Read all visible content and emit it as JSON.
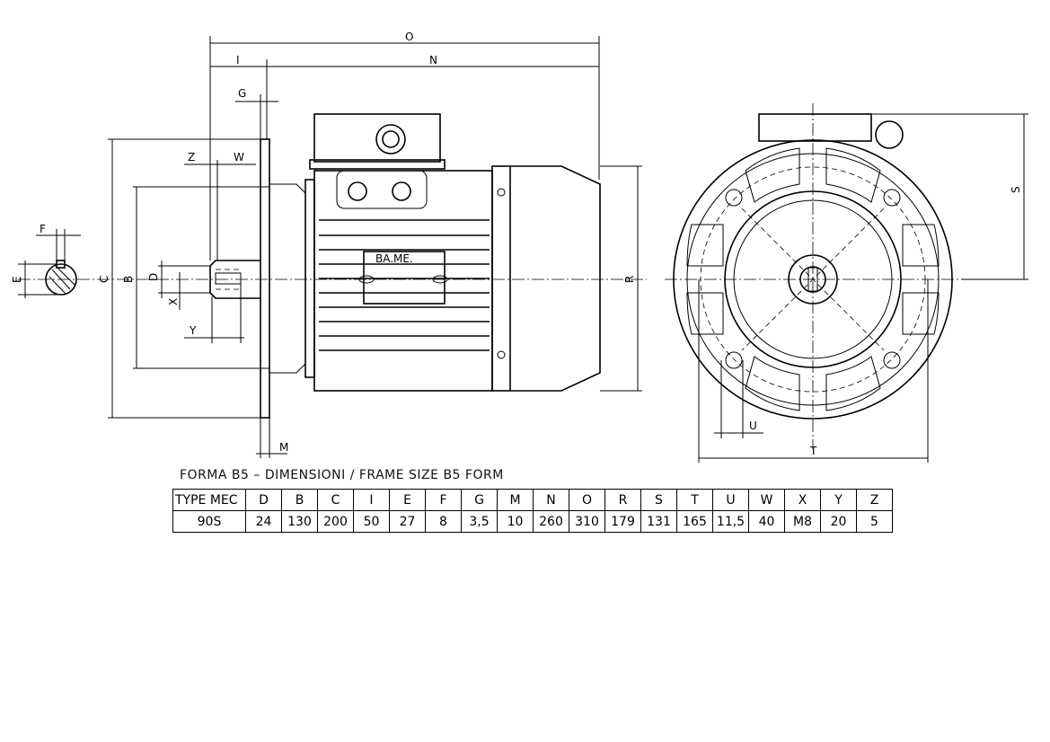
{
  "drawing": {
    "brand_plate": "BA.ME.",
    "dimension_labels": {
      "O": "O",
      "I": "I",
      "N": "N",
      "G": "G",
      "Z": "Z",
      "W": "W",
      "F": "F",
      "E": "E",
      "C": "C",
      "B": "B",
      "D": "D",
      "X": "X",
      "Y": "Y",
      "M": "M",
      "R": "R",
      "S": "S",
      "U": "U",
      "T": "T"
    }
  },
  "table": {
    "caption": "FORMA B5 – DIMENSIONI / FRAME SIZE B5 FORM",
    "headers": [
      "TYPE MEC",
      "D",
      "B",
      "C",
      "I",
      "E",
      "F",
      "G",
      "M",
      "N",
      "O",
      "R",
      "S",
      "T",
      "U",
      "W",
      "X",
      "Y",
      "Z"
    ],
    "rows": [
      [
        "90S",
        "24",
        "130",
        "200",
        "50",
        "27",
        "8",
        "3,5",
        "10",
        "260",
        "310",
        "179",
        "131",
        "165",
        "11,5",
        "40",
        "M8",
        "20",
        "5"
      ]
    ]
  }
}
